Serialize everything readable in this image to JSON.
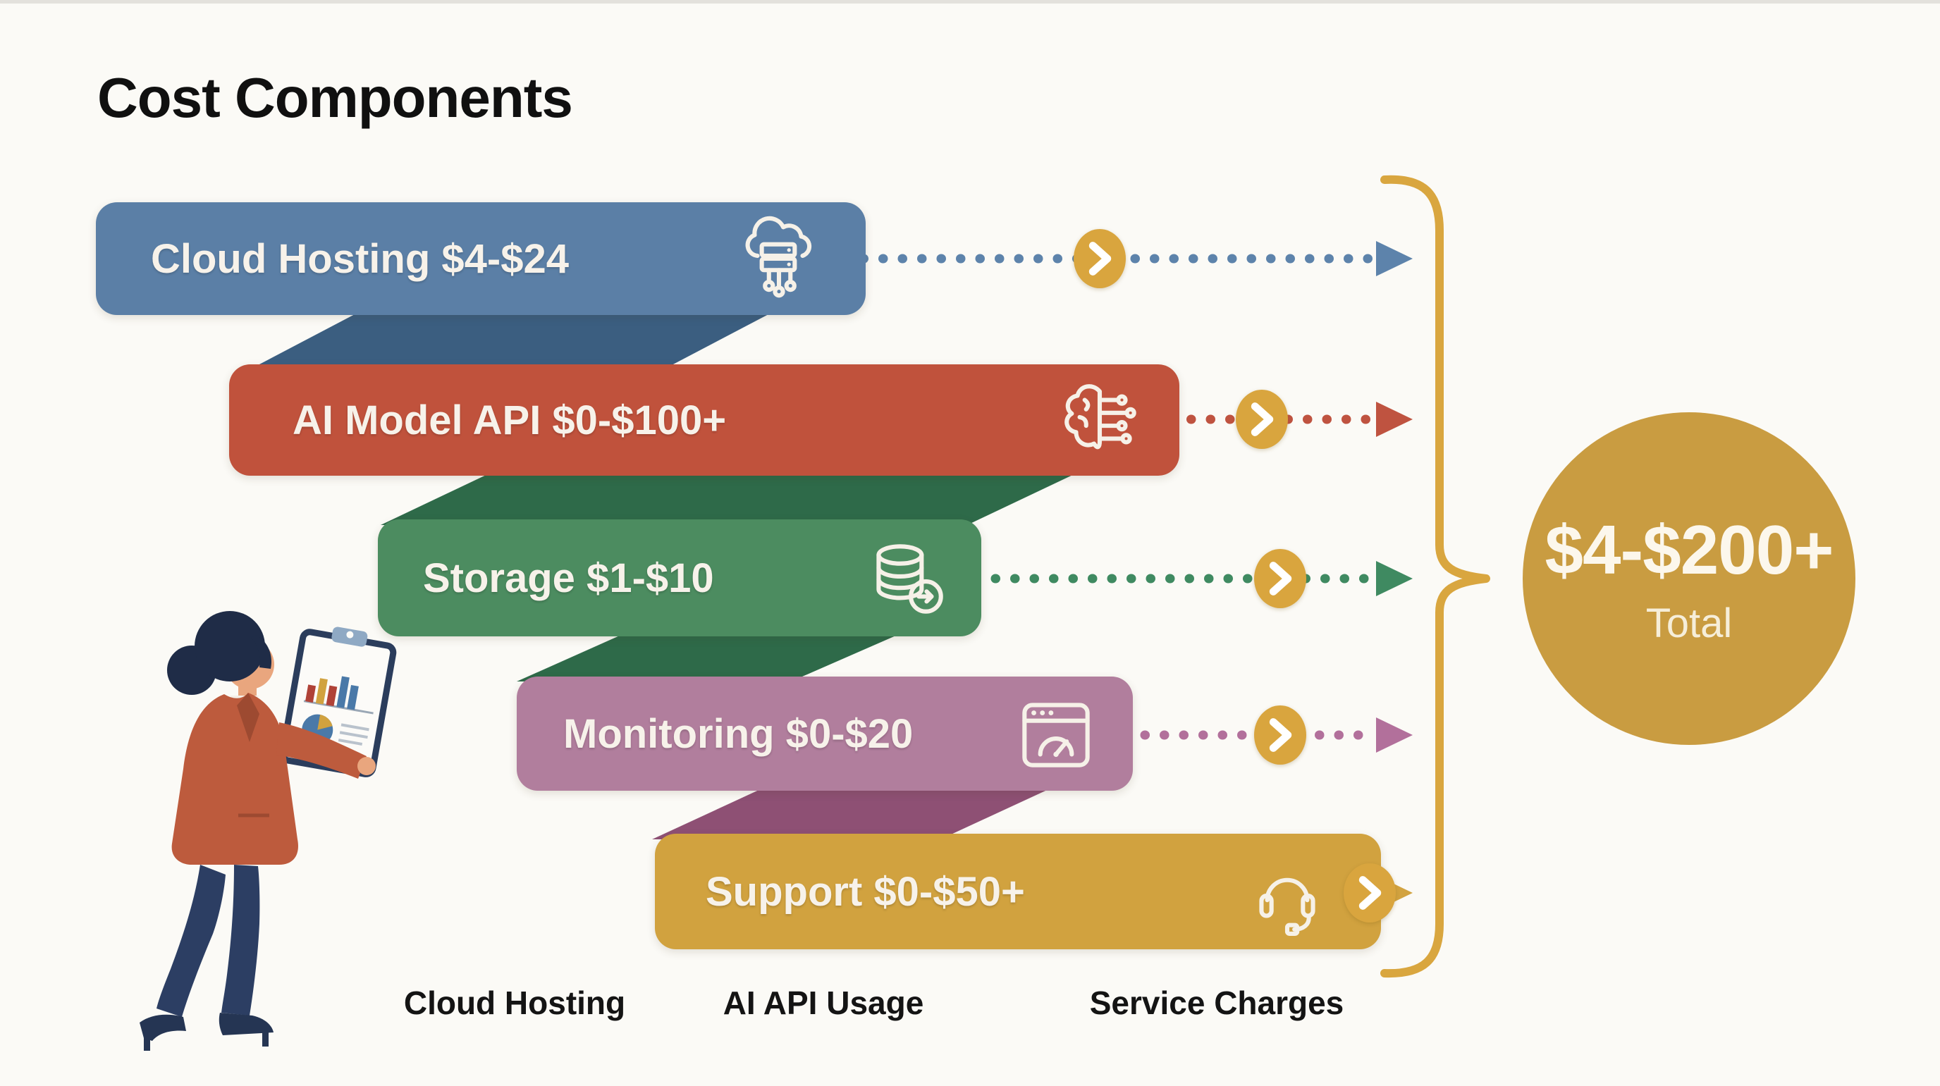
{
  "title": "Cost Components",
  "background_color": "#fbfaf6",
  "title_color": "#101010",
  "components": [
    {
      "name": "Cloud Hosting",
      "range": "$4-$24",
      "label": "Cloud Hosting $4-$24",
      "icon": "cloud-server-icon",
      "color": "#5b7fa6",
      "fold_color": "#3b5e80",
      "dot_color": "#5d83ab"
    },
    {
      "name": "AI Model API",
      "range": "$0-$100+",
      "label": "AI Model API $0-$100+",
      "icon": "ai-brain-circuit-icon",
      "color": "#c0523c",
      "fold_color": "#2e6a49",
      "dot_color": "#bf5340"
    },
    {
      "name": "Storage",
      "range": "$1-$10",
      "label": "Storage $1-$10",
      "icon": "database-icon",
      "color": "#4c8c60",
      "fold_color": "#2e6a49",
      "dot_color": "#3f8a61"
    },
    {
      "name": "Monitoring",
      "range": "$0-$20",
      "label": "Monitoring $0-$20",
      "icon": "gauge-window-icon",
      "color": "#b17e9d",
      "fold_color": "#8e5074",
      "dot_color": "#b2709b"
    },
    {
      "name": "Support",
      "range": "$0-$50+",
      "label": "Support $0-$50+",
      "icon": "headset-icon",
      "color": "#d1a23f",
      "fold_color": "#b2883a",
      "dot_color": "#d2a340"
    }
  ],
  "badge": {
    "icon": "chevron-right-icon",
    "color": "#d9a53e"
  },
  "brace_color": "#d9a63f",
  "total": {
    "value": "$4-$200+",
    "label": "Total",
    "color": "#c99c41"
  },
  "footer_labels": [
    "Cloud Hosting",
    "AI API Usage",
    "Service Charges"
  ],
  "illustration_icon": "woman-with-clipboard-illustration",
  "banner_text_color": "#f7f2ea"
}
